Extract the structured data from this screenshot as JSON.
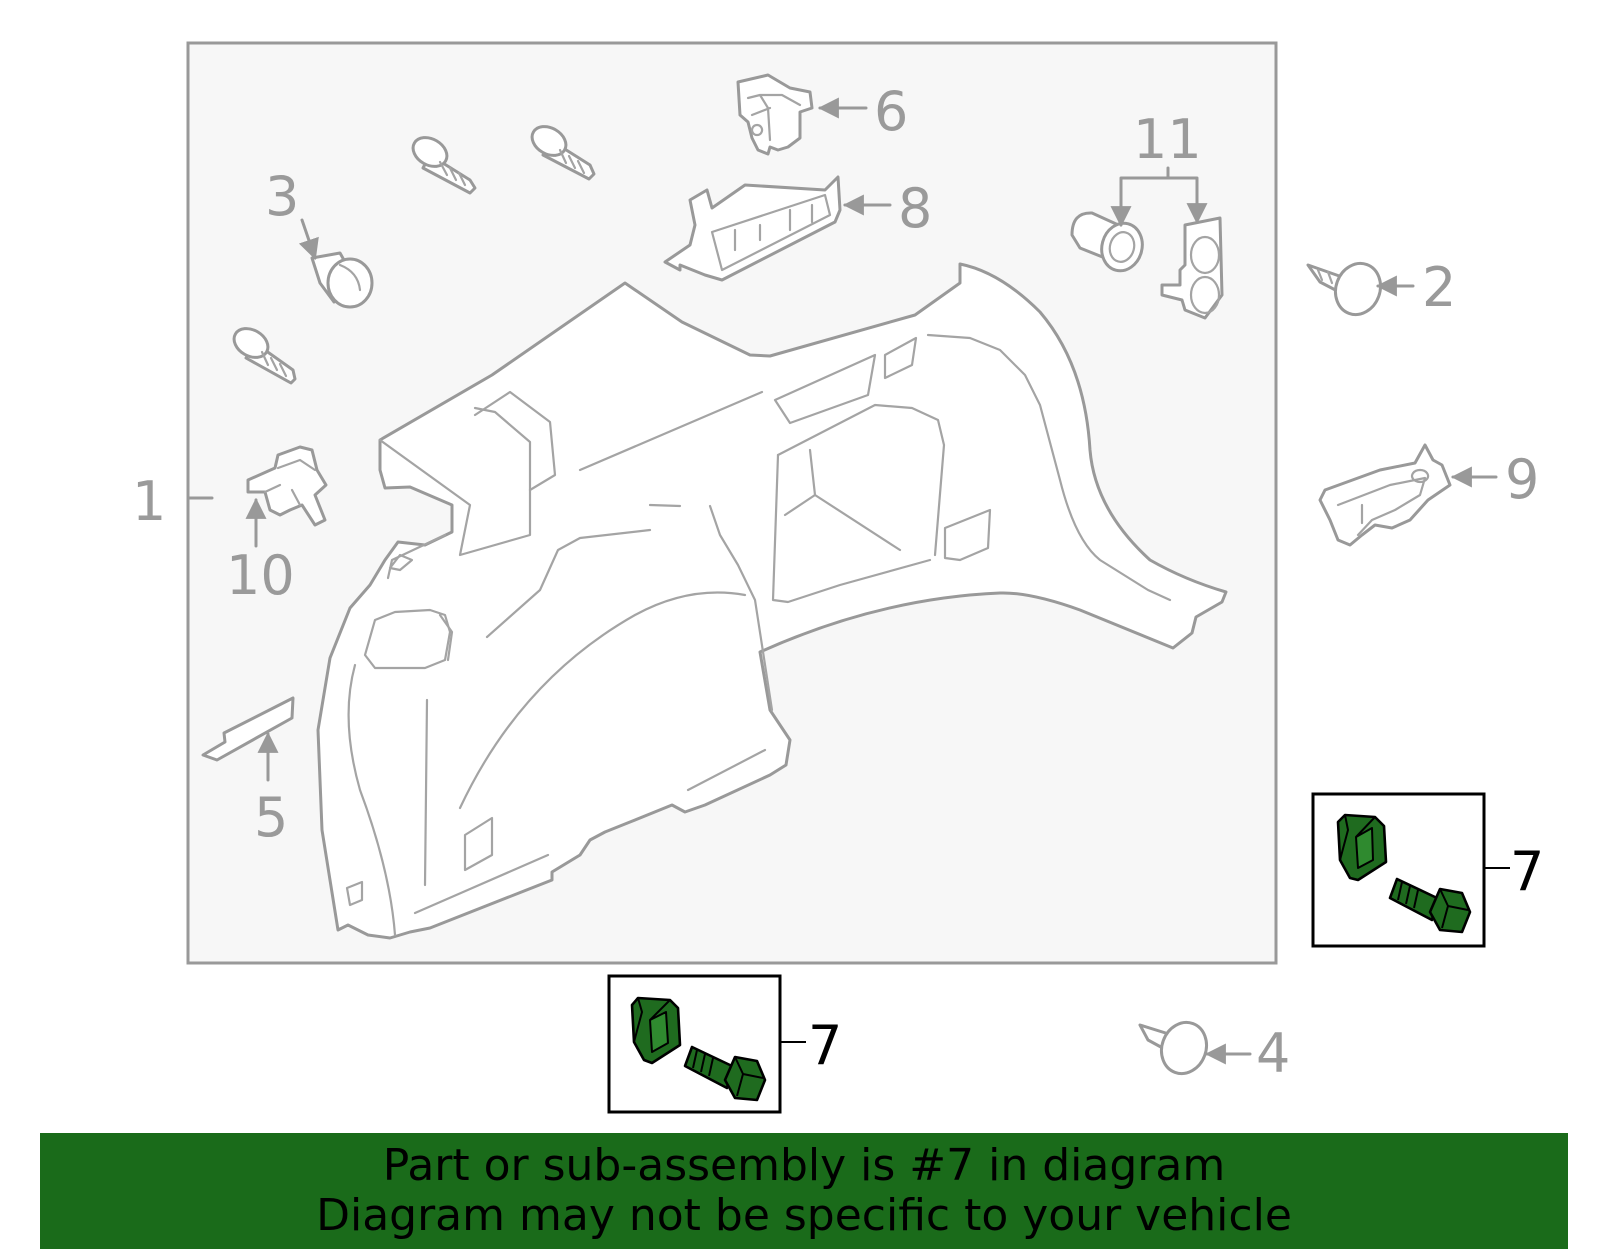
{
  "callouts": {
    "c1": "1",
    "c2": "2",
    "c3": "3",
    "c4": "4",
    "c5": "5",
    "c6": "6",
    "c7a": "7",
    "c7b": "7",
    "c8": "8",
    "c9": "9",
    "c10": "10",
    "c11": "11"
  },
  "banner": {
    "line1": "Part or sub-assembly is #7 in diagram",
    "line2": "Diagram may not be specific to your vehicle"
  },
  "colors": {
    "highlight": "#1f6b1f",
    "banner": "#1a6b1a",
    "line": "#999999",
    "panel_bg": "#f7f7f7"
  }
}
